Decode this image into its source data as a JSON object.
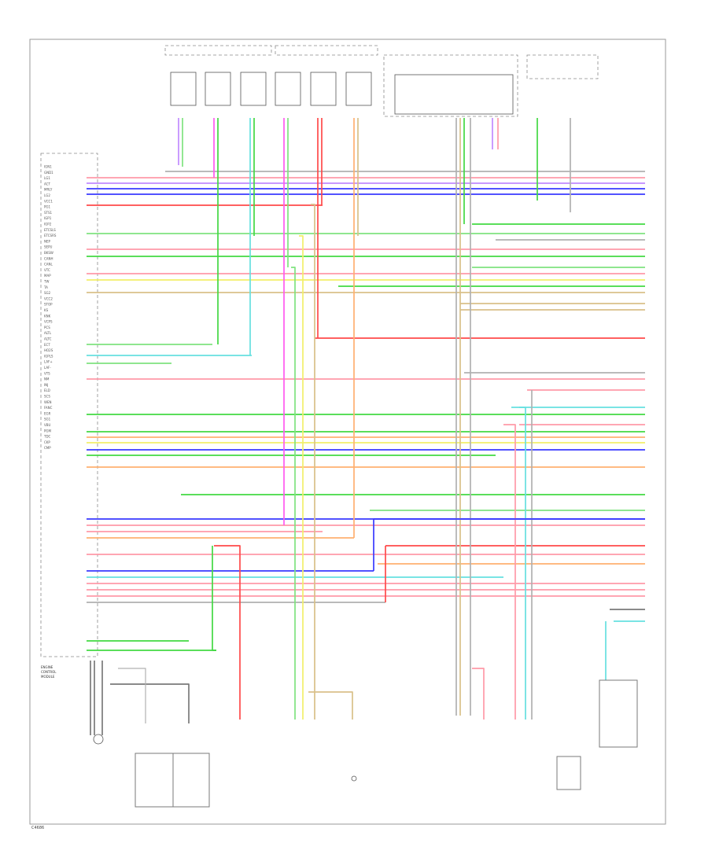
{
  "diagram": {
    "title_code": "C4686",
    "module_label": [
      "ENGINE",
      "CONTROL",
      "MODULE"
    ],
    "pin_labels": [
      "IGN1",
      "GND1",
      "LG1",
      "ACT",
      "MRLY",
      "LG2",
      "VCC1",
      "PG1",
      "STS1",
      "IGP1",
      "IGP2",
      "ETCSLS",
      "ETCSRS",
      "NEP",
      "SEPU",
      "BKSW",
      "CANH",
      "CANL",
      "VTC",
      "MAP",
      "TW",
      "TA",
      "SG2",
      "VCC2",
      "STOP",
      "KS",
      "KNK",
      "VCPS",
      "PCS",
      "ALTL",
      "ALTC",
      "ECT",
      "HO2S",
      "IGPLS",
      "LAF+",
      "LAF-",
      "VTS",
      "NM",
      "INJ",
      "ELD",
      "SCS",
      "WEN",
      "FANC",
      "EGR",
      "SG1",
      "VBU",
      "PGM",
      "TDC",
      "CKP",
      "CMP"
    ],
    "colors": {
      "red": "#ff4a4a",
      "pink": "#ff9aa8",
      "green": "#43d943",
      "ltgreen": "#7fe37f",
      "blue": "#3a3aff",
      "violet": "#c08aff",
      "cyan": "#66e0e0",
      "yellow": "#f2ef6a",
      "orange": "#ffb070",
      "tan": "#d9c089",
      "gray": "#b0b0b0",
      "dgray": "#7a7a7a",
      "magenta": "#ff5af0"
    }
  }
}
